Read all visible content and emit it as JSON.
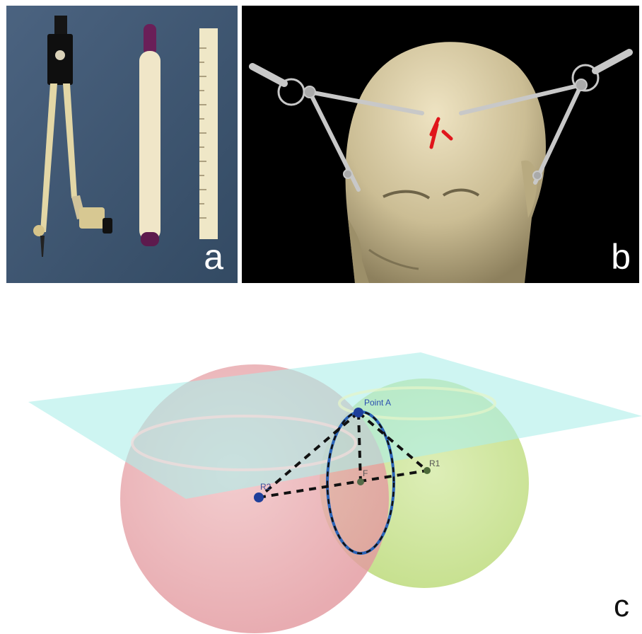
{
  "panels": {
    "a": {
      "label": "a"
    },
    "b": {
      "label": "b"
    },
    "c": {
      "label": "c"
    }
  },
  "diagram": {
    "point_a": "Point A",
    "r1": "R1",
    "r2": "R2",
    "f": "F"
  },
  "colors": {
    "sphere_left": "#e8a2a6",
    "sphere_right": "#c6e08a",
    "plane": "#9fe6e4",
    "point": "#1e3f9a",
    "dash": "#111111",
    "ellipse_outline": "#2a63b8",
    "marker": "#e0151b"
  }
}
